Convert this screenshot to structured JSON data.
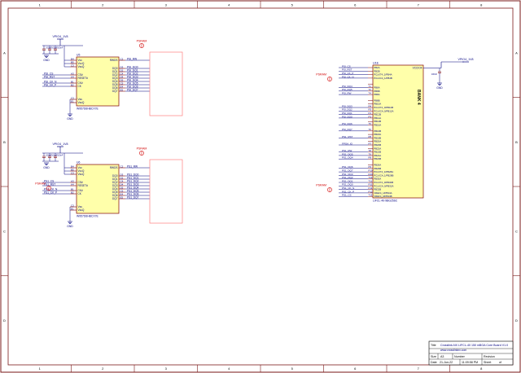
{
  "colors": {
    "border": "#7a1a1a",
    "wire": "#00007f",
    "part": "#7f0000",
    "part_fill": "#ffffaa",
    "text": "#000080",
    "red": "#d00000",
    "pink": "#ff8080"
  },
  "frame": {
    "cols": [
      "1",
      "2",
      "3",
      "4",
      "5",
      "6",
      "7",
      "8"
    ],
    "rows": [
      "A",
      "B",
      "C",
      "D"
    ]
  },
  "nets": {
    "vcc": "VPIO4_1V8",
    "gnd": "GND",
    "psram": "PSRAM"
  },
  "flash1": {
    "ref": "U5",
    "part": "W957D6HBCX7E",
    "left_pins": [
      {
        "num": "B4",
        "name": "Vcc"
      },
      {
        "num": "B5",
        "name": "VccQ"
      },
      {
        "num": "C3",
        "name": "VssQ"
      },
      {
        "num": "A3",
        "name": "CS#"
      },
      {
        "num": "A4",
        "name": "RESET#"
      },
      {
        "num": "B1",
        "name": "CK#"
      },
      {
        "num": "B2",
        "name": "CK"
      }
    ],
    "left_nets": [
      "",
      "",
      "",
      "PSI_CS",
      "PSI_RST",
      "PSI_CK_N",
      "PSI_CK_P"
    ],
    "right_pins": [
      {
        "num": "C2",
        "name": "RWDS"
      },
      {
        "num": "D3",
        "name": "DQ0"
      },
      {
        "num": "D2",
        "name": "DQ1"
      },
      {
        "num": "C4",
        "name": "DQ2"
      },
      {
        "num": "D4",
        "name": "DQ3"
      },
      {
        "num": "D5",
        "name": "DQ4"
      },
      {
        "num": "C5",
        "name": "DQ5"
      },
      {
        "num": "E4",
        "name": "DQ6"
      },
      {
        "num": "E5",
        "name": "DQ7"
      }
    ],
    "right_nets": [
      "PSI_RW",
      "PSI_DQ0",
      "PSI_DQ1",
      "PSI_DQ2",
      "PSI_DQ3",
      "PSI_DQ4",
      "PSI_DQ5",
      "PSI_DQ6",
      "PSI_DQ7"
    ],
    "bottom_pins": [
      {
        "num": "C3",
        "name": "Vss"
      },
      {
        "num": "E1",
        "name": "VssQ"
      }
    ]
  },
  "flash2": {
    "ref": "U6",
    "part": "W957D6HBCX7E",
    "left_pins": [
      {
        "num": "B4",
        "name": "Vcc"
      },
      {
        "num": "B5",
        "name": "VccQ"
      },
      {
        "num": "C3",
        "name": "VssQ"
      },
      {
        "num": "A3",
        "name": "CS#"
      },
      {
        "num": "A4",
        "name": "RESET#"
      },
      {
        "num": "B1",
        "name": "CK#"
      },
      {
        "num": "B2",
        "name": "CK"
      }
    ],
    "left_nets": [
      "",
      "",
      "",
      "PS1_CS",
      "PS1_RST",
      "PS1_CK_N",
      "PS1_CK_P"
    ],
    "right_pins": [
      {
        "num": "C2",
        "name": "RWDS"
      },
      {
        "num": "D3",
        "name": "DQ0"
      },
      {
        "num": "D2",
        "name": "DQ1"
      },
      {
        "num": "C4",
        "name": "DQ2"
      },
      {
        "num": "D4",
        "name": "DQ3"
      },
      {
        "num": "D5",
        "name": "DQ4"
      },
      {
        "num": "C5",
        "name": "DQ5"
      },
      {
        "num": "E4",
        "name": "DQ6"
      },
      {
        "num": "E5",
        "name": "DQ7"
      }
    ],
    "right_nets": [
      "PS1_RW",
      "PS1_DQ0",
      "PS1_DQ1",
      "PS1_DQ2",
      "PS1_DQ3",
      "PS1_DQ4",
      "PS1_DQ5",
      "PS1_DQ6",
      "PS1_DQ7"
    ],
    "bottom_pins": [
      {
        "num": "C3",
        "name": "Vss"
      },
      {
        "num": "E1",
        "name": "VssQ"
      }
    ]
  },
  "caps1": [
    "100nF",
    "100nF",
    "100nF"
  ],
  "caps2": [
    "100nF",
    "100nF",
    "100nF"
  ],
  "fpga": {
    "ref": "U1E",
    "bank": "BANK 4",
    "supply_pin": "VCCIO4",
    "part": "LIFCL-40-9BG256C",
    "pins": [
      {
        "net": "PSI_CS",
        "num": "",
        "name": "PB2A"
      },
      {
        "net": "PSI_RST",
        "num": "",
        "name": "PB2B"
      },
      {
        "net": "PSI_CK_P",
        "num": "",
        "name": "PCLKT4_1/PB4A"
      },
      {
        "net": "PSI_CK_N",
        "num": "",
        "name": "PCLKC4_1/PB4B"
      },
      {
        "net": "",
        "num": "",
        "name": ""
      },
      {
        "net": "PSI_DQ4",
        "num": "T1",
        "name": "PB6A"
      },
      {
        "net": "PSI_DQ5",
        "num": "T2",
        "name": "PB6B"
      },
      {
        "net": "PSI_RW",
        "num": "T4",
        "name": "PB8A"
      },
      {
        "net": "",
        "num": "",
        "name": "PB8B"
      },
      {
        "net": "",
        "num": "",
        "name": "PB10A"
      },
      {
        "net": "PSI_DQ3",
        "num": "R4",
        "name": "PCLKT4_0/PB10B"
      },
      {
        "net": "PSI_DQ2",
        "num": "R3",
        "name": "PCLKC4_0/PB12A"
      },
      {
        "net": "PSI_DQ1",
        "num": "P4",
        "name": "PB12B"
      },
      {
        "net": "PSI_DQ0",
        "num": "P3",
        "name": "PB14A"
      },
      {
        "net": "",
        "num": "",
        "name": "PB14B"
      },
      {
        "net": "PSI_DQ6",
        "num": "T5",
        "name": "PB16A"
      },
      {
        "net": "PSI_DQ7",
        "num": "T6",
        "name": "PB16B"
      },
      {
        "net": "",
        "num": "",
        "name": "PB18A"
      },
      {
        "net": "PS1_RST",
        "num": "R5",
        "name": "PB18B"
      },
      {
        "net": "",
        "num": "",
        "name": "PB20A"
      },
      {
        "net": "FPGA_IO",
        "num": "R7",
        "name": "PB20B"
      },
      {
        "net": "",
        "num": "",
        "name": "PB22A"
      },
      {
        "net": "PS1_RW",
        "num": "T8",
        "name": "PB22B"
      },
      {
        "net": "PS1_DQ5",
        "num": "T9",
        "name": "PB24A"
      },
      {
        "net": "PS1_DQ4",
        "num": "R9",
        "name": "PB24B"
      },
      {
        "net": "",
        "num": "",
        "name": "PB26A"
      },
      {
        "net": "PS1_DQ6",
        "num": "P9",
        "name": "PB26B"
      },
      {
        "net": "PS1_DQ7",
        "num": "P10",
        "name": "PCLKT4_1/PB28A"
      },
      {
        "net": "PS1_DQ3",
        "num": "R10",
        "name": "PCLKC4_1/PB28B"
      },
      {
        "net": "PS1_DQ2",
        "num": "T10",
        "name": "PB30A"
      },
      {
        "net": "PS1_DQ1",
        "num": "T11",
        "name": "PCLKT4_0/PB30B"
      },
      {
        "net": "PS1_DQ0",
        "num": "R11",
        "name": "PCLKC4_0/PB32A"
      },
      {
        "net": "PS1_CK_N",
        "num": "P11",
        "name": "PB32B"
      },
      {
        "net": "PS1_CK_P",
        "num": "P12",
        "name": "VREF4_1/PB34A"
      },
      {
        "net": "PS1_CS",
        "num": "T12",
        "name": "VREF4_0/PB34B"
      }
    ]
  },
  "fpga_cap": {
    "ref": "C",
    "value": "100nF"
  },
  "title_block": {
    "title_label": "Title",
    "title": "Crosslink-NX LIFCL-40 150 mBGA Core Board V1.0",
    "url": "www.crosslinknx.com",
    "size_label": "Size",
    "size": "A3",
    "number_label": "Number",
    "number": "",
    "revision_label": "Revision",
    "revision": "",
    "date_label": "Date",
    "date": "21-Jun-22",
    "time": "11:09:58 PM",
    "sheet_label": "Sheet",
    "sheet": "",
    "of_label": "of"
  }
}
